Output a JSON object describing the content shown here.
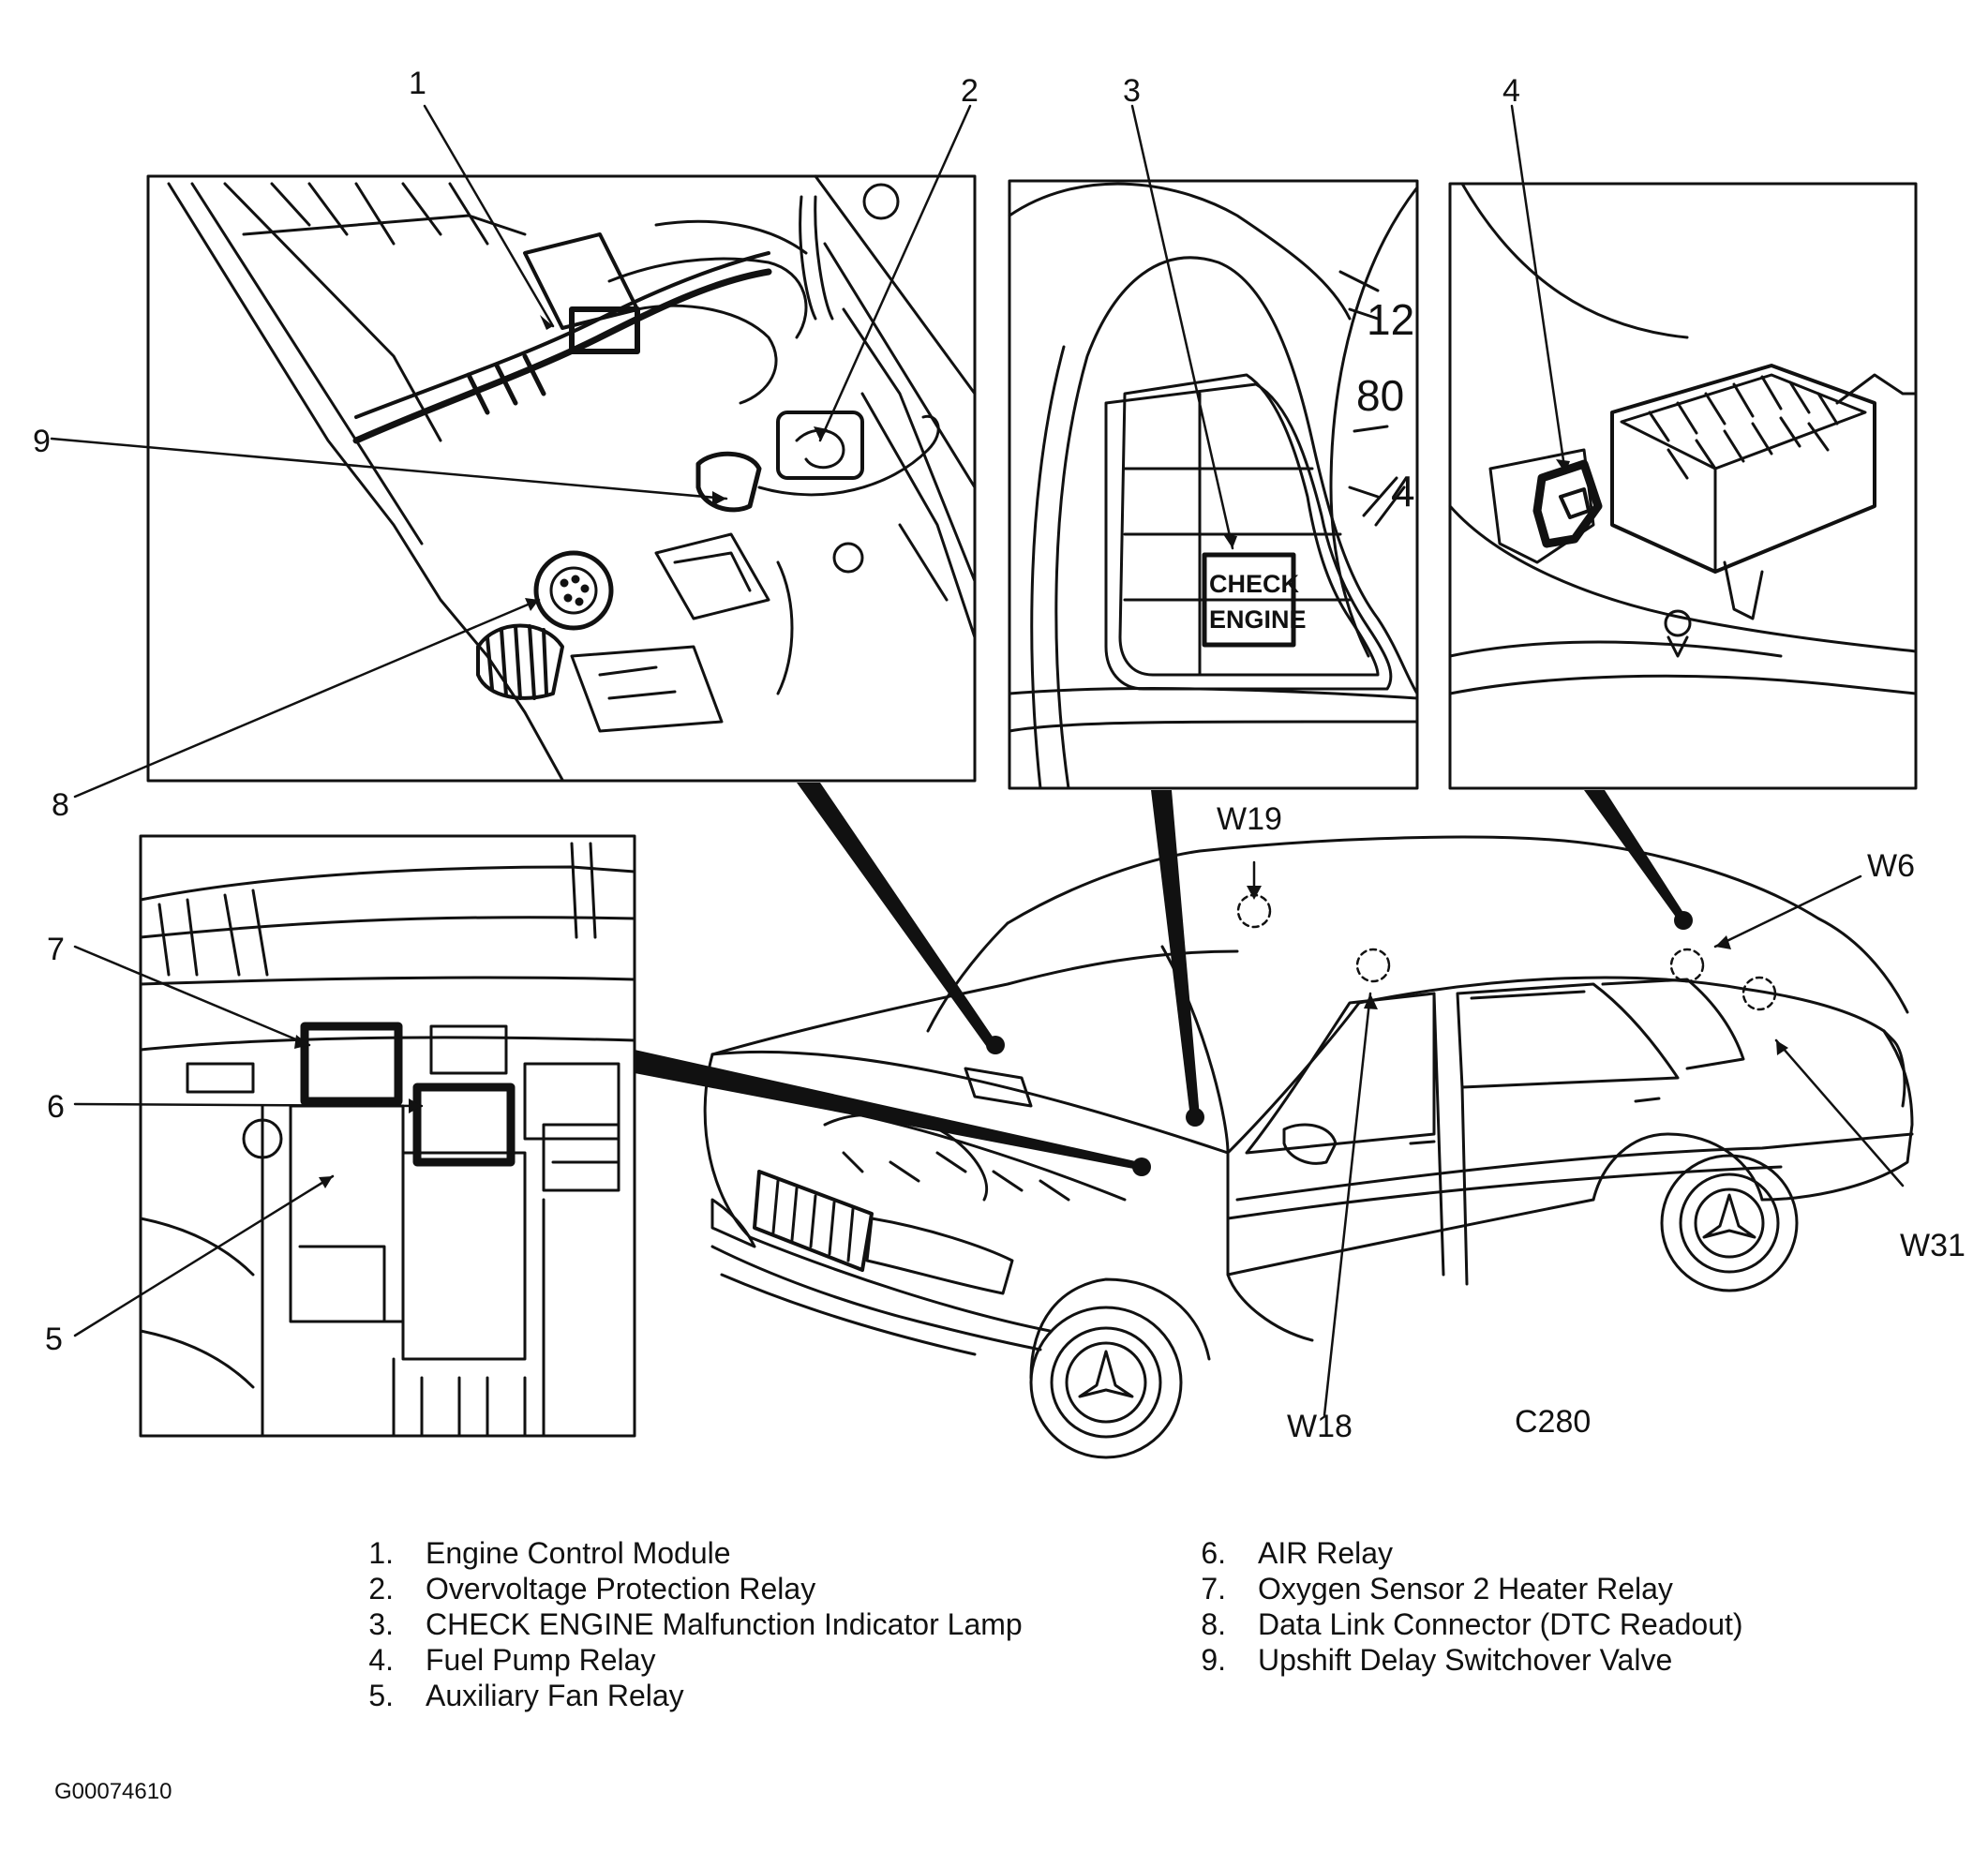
{
  "callouts": [
    "1",
    "2",
    "3",
    "4",
    "5",
    "6",
    "7",
    "8",
    "9"
  ],
  "locations": [
    "W19",
    "W6",
    "W18",
    "W31"
  ],
  "model": "C280",
  "cluster": {
    "dial_12": "12",
    "dial_80": "80",
    "dial_4": "4",
    "lamp_line1": "CHECK",
    "lamp_line2": "ENGINE"
  },
  "legend_left": [
    {
      "num": "1.",
      "text": "Engine Control Module"
    },
    {
      "num": "2.",
      "text": "Overvoltage Protection Relay"
    },
    {
      "num": "3.",
      "text": "CHECK ENGINE Malfunction Indicator Lamp"
    },
    {
      "num": "4.",
      "text": "Fuel Pump Relay"
    },
    {
      "num": "5.",
      "text": "Auxiliary Fan Relay"
    }
  ],
  "legend_right": [
    {
      "num": "6.",
      "text": "AIR Relay"
    },
    {
      "num": "7.",
      "text": "Oxygen Sensor 2 Heater Relay"
    },
    {
      "num": "8.",
      "text": "Data Link Connector (DTC Readout)"
    },
    {
      "num": "9.",
      "text": "Upshift Delay Switchover Valve"
    }
  ],
  "figure_code": "G00074610"
}
